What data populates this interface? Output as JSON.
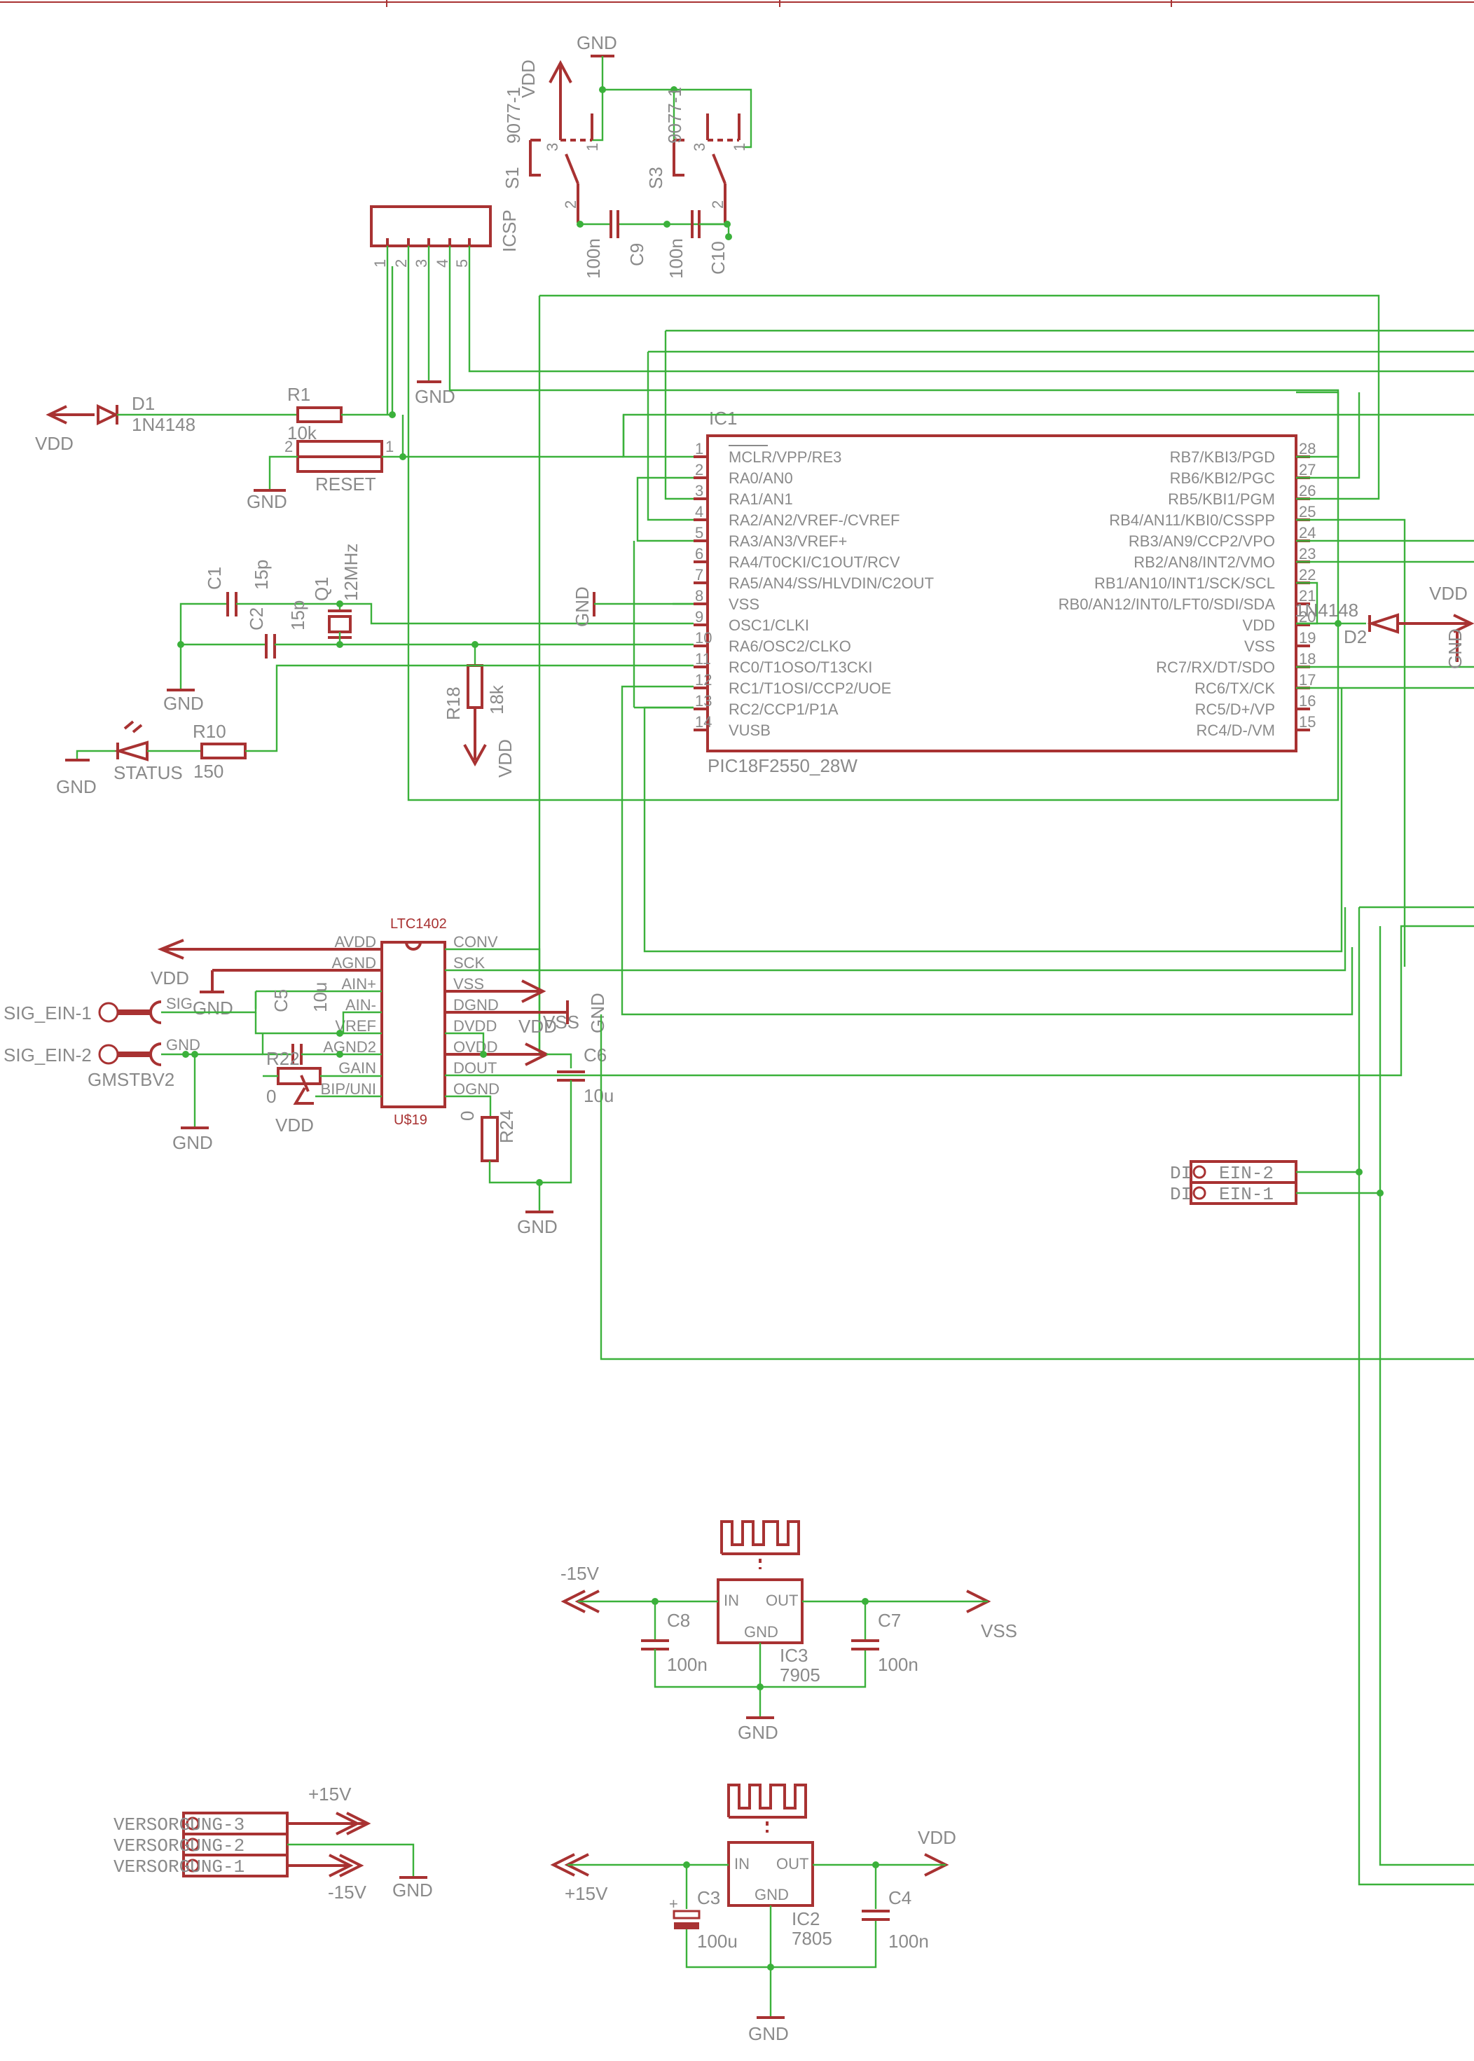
{
  "colors": {
    "wire": "#3bb13b",
    "part": "#a83232",
    "label": "#8a8a8a",
    "background": "#ffffff"
  },
  "power_symbols": {
    "vdd": "VDD",
    "gnd": "GND",
    "vss": "VSS",
    "neg15": "-15V",
    "pos15": "+15V"
  },
  "switches": {
    "s1": {
      "name": "S1",
      "value": "9077-1",
      "pins": [
        "3",
        "1",
        "2"
      ]
    },
    "s3": {
      "name": "S3",
      "value": "9077-1",
      "pins": [
        "3",
        "1",
        "2"
      ]
    }
  },
  "caps_top": {
    "c9": {
      "name": "C9",
      "value": "100n"
    },
    "c10": {
      "name": "C10",
      "value": "100n"
    }
  },
  "icsp": {
    "name": "ICSP",
    "pins": [
      "1",
      "2",
      "3",
      "4",
      "5"
    ]
  },
  "diode_d1": {
    "name": "D1",
    "value": "1N4148"
  },
  "resistor_r1": {
    "name": "R1",
    "value": "10k"
  },
  "reset": {
    "name": "RESET",
    "pin_left": "2",
    "pin_right": "1"
  },
  "crystal": {
    "c1": {
      "name": "C1",
      "value": "15p"
    },
    "c2": {
      "name": "C2",
      "value": "15p"
    },
    "q1": {
      "name": "Q1",
      "value": "12MHz"
    }
  },
  "resistor_r18": {
    "name": "R18",
    "value": "18k"
  },
  "status_led": {
    "r10": "R10",
    "r10_value": "150",
    "led": "STATUS"
  },
  "ic1": {
    "name": "IC1",
    "part": "PIC18F2550_28W",
    "left_pins": [
      {
        "num": "1",
        "label": "MCLR/VPP/RE3"
      },
      {
        "num": "2",
        "label": "RA0/AN0"
      },
      {
        "num": "3",
        "label": "RA1/AN1"
      },
      {
        "num": "4",
        "label": "RA2/AN2/VREF-/CVREF"
      },
      {
        "num": "5",
        "label": "RA3/AN3/VREF+"
      },
      {
        "num": "6",
        "label": "RA4/T0CKI/C1OUT/RCV"
      },
      {
        "num": "7",
        "label": "RA5/AN4/SS/HLVDIN/C2OUT"
      },
      {
        "num": "8",
        "label": "VSS"
      },
      {
        "num": "9",
        "label": "OSC1/CLKI"
      },
      {
        "num": "10",
        "label": "RA6/OSC2/CLKO"
      },
      {
        "num": "11",
        "label": "RC0/T1OSO/T13CKI"
      },
      {
        "num": "12",
        "label": "RC1/T1OSI/CCP2/UOE"
      },
      {
        "num": "13",
        "label": "RC2/CCP1/P1A"
      },
      {
        "num": "14",
        "label": "VUSB"
      }
    ],
    "right_pins": [
      {
        "num": "28",
        "label": "RB7/KBI3/PGD"
      },
      {
        "num": "27",
        "label": "RB6/KBI2/PGC"
      },
      {
        "num": "26",
        "label": "RB5/KBI1/PGM"
      },
      {
        "num": "25",
        "label": "RB4/AN11/KBI0/CSSPP"
      },
      {
        "num": "24",
        "label": "RB3/AN9/CCP2/VPO"
      },
      {
        "num": "23",
        "label": "RB2/AN8/INT2/VMO"
      },
      {
        "num": "22",
        "label": "RB1/AN10/INT1/SCK/SCL"
      },
      {
        "num": "21",
        "label": "RB0/AN12/INT0/LFT0/SDI/SDA"
      },
      {
        "num": "20",
        "label": "VDD"
      },
      {
        "num": "19",
        "label": "VSS"
      },
      {
        "num": "18",
        "label": "RC7/RX/DT/SDO"
      },
      {
        "num": "17",
        "label": "RC6/TX/CK"
      },
      {
        "num": "16",
        "label": "RC5/D+/VP"
      },
      {
        "num": "15",
        "label": "RC4/D-/VM"
      }
    ]
  },
  "diode_d2": {
    "name": "D2",
    "value": "1N4148"
  },
  "ltc": {
    "name": "LTC1402",
    "ref": "U$19",
    "left_pins": [
      "AVDD",
      "AGND",
      "AIN+",
      "AIN-",
      "VREF",
      "AGND2",
      "GAIN",
      "BIP/UNI"
    ],
    "right_pins": [
      "CONV",
      "SCK",
      "VSS",
      "DGND",
      "DVDD",
      "OVDD",
      "DOUT",
      "OGND"
    ]
  },
  "inputs": {
    "sig1": "SIG_EIN-1",
    "sig2": "SIG_EIN-2",
    "jack_label": "SIG",
    "jack_gnd": "GND",
    "part": "GMSTBV2"
  },
  "analog_parts": {
    "c5": {
      "name": "C5",
      "value": "10u"
    },
    "r22": {
      "name": "R22",
      "value": "0"
    },
    "c6": {
      "name": "C6",
      "value": "10u"
    },
    "r24": {
      "name": "R24",
      "value": "0"
    }
  },
  "connector_dig": {
    "pins": [
      "EIN-2",
      "EIN-1"
    ],
    "prefix": "DI"
  },
  "reg_ic3": {
    "name": "IC3",
    "value": "7905",
    "in": "IN",
    "out": "OUT",
    "gnd": "GND",
    "c8": {
      "name": "C8",
      "value": "100n"
    },
    "c7": {
      "name": "C7",
      "value": "100n"
    }
  },
  "reg_ic2": {
    "name": "IC2",
    "value": "7805",
    "in": "IN",
    "out": "OUT",
    "gnd": "GND",
    "c3": {
      "name": "C3",
      "value": "100u"
    },
    "c4": {
      "name": "C4",
      "value": "100n"
    }
  },
  "supply_connector": {
    "pins": [
      "VERSORGUNG-3",
      "VERSORGUNG-2",
      "VERSORGUNG-1"
    ]
  }
}
